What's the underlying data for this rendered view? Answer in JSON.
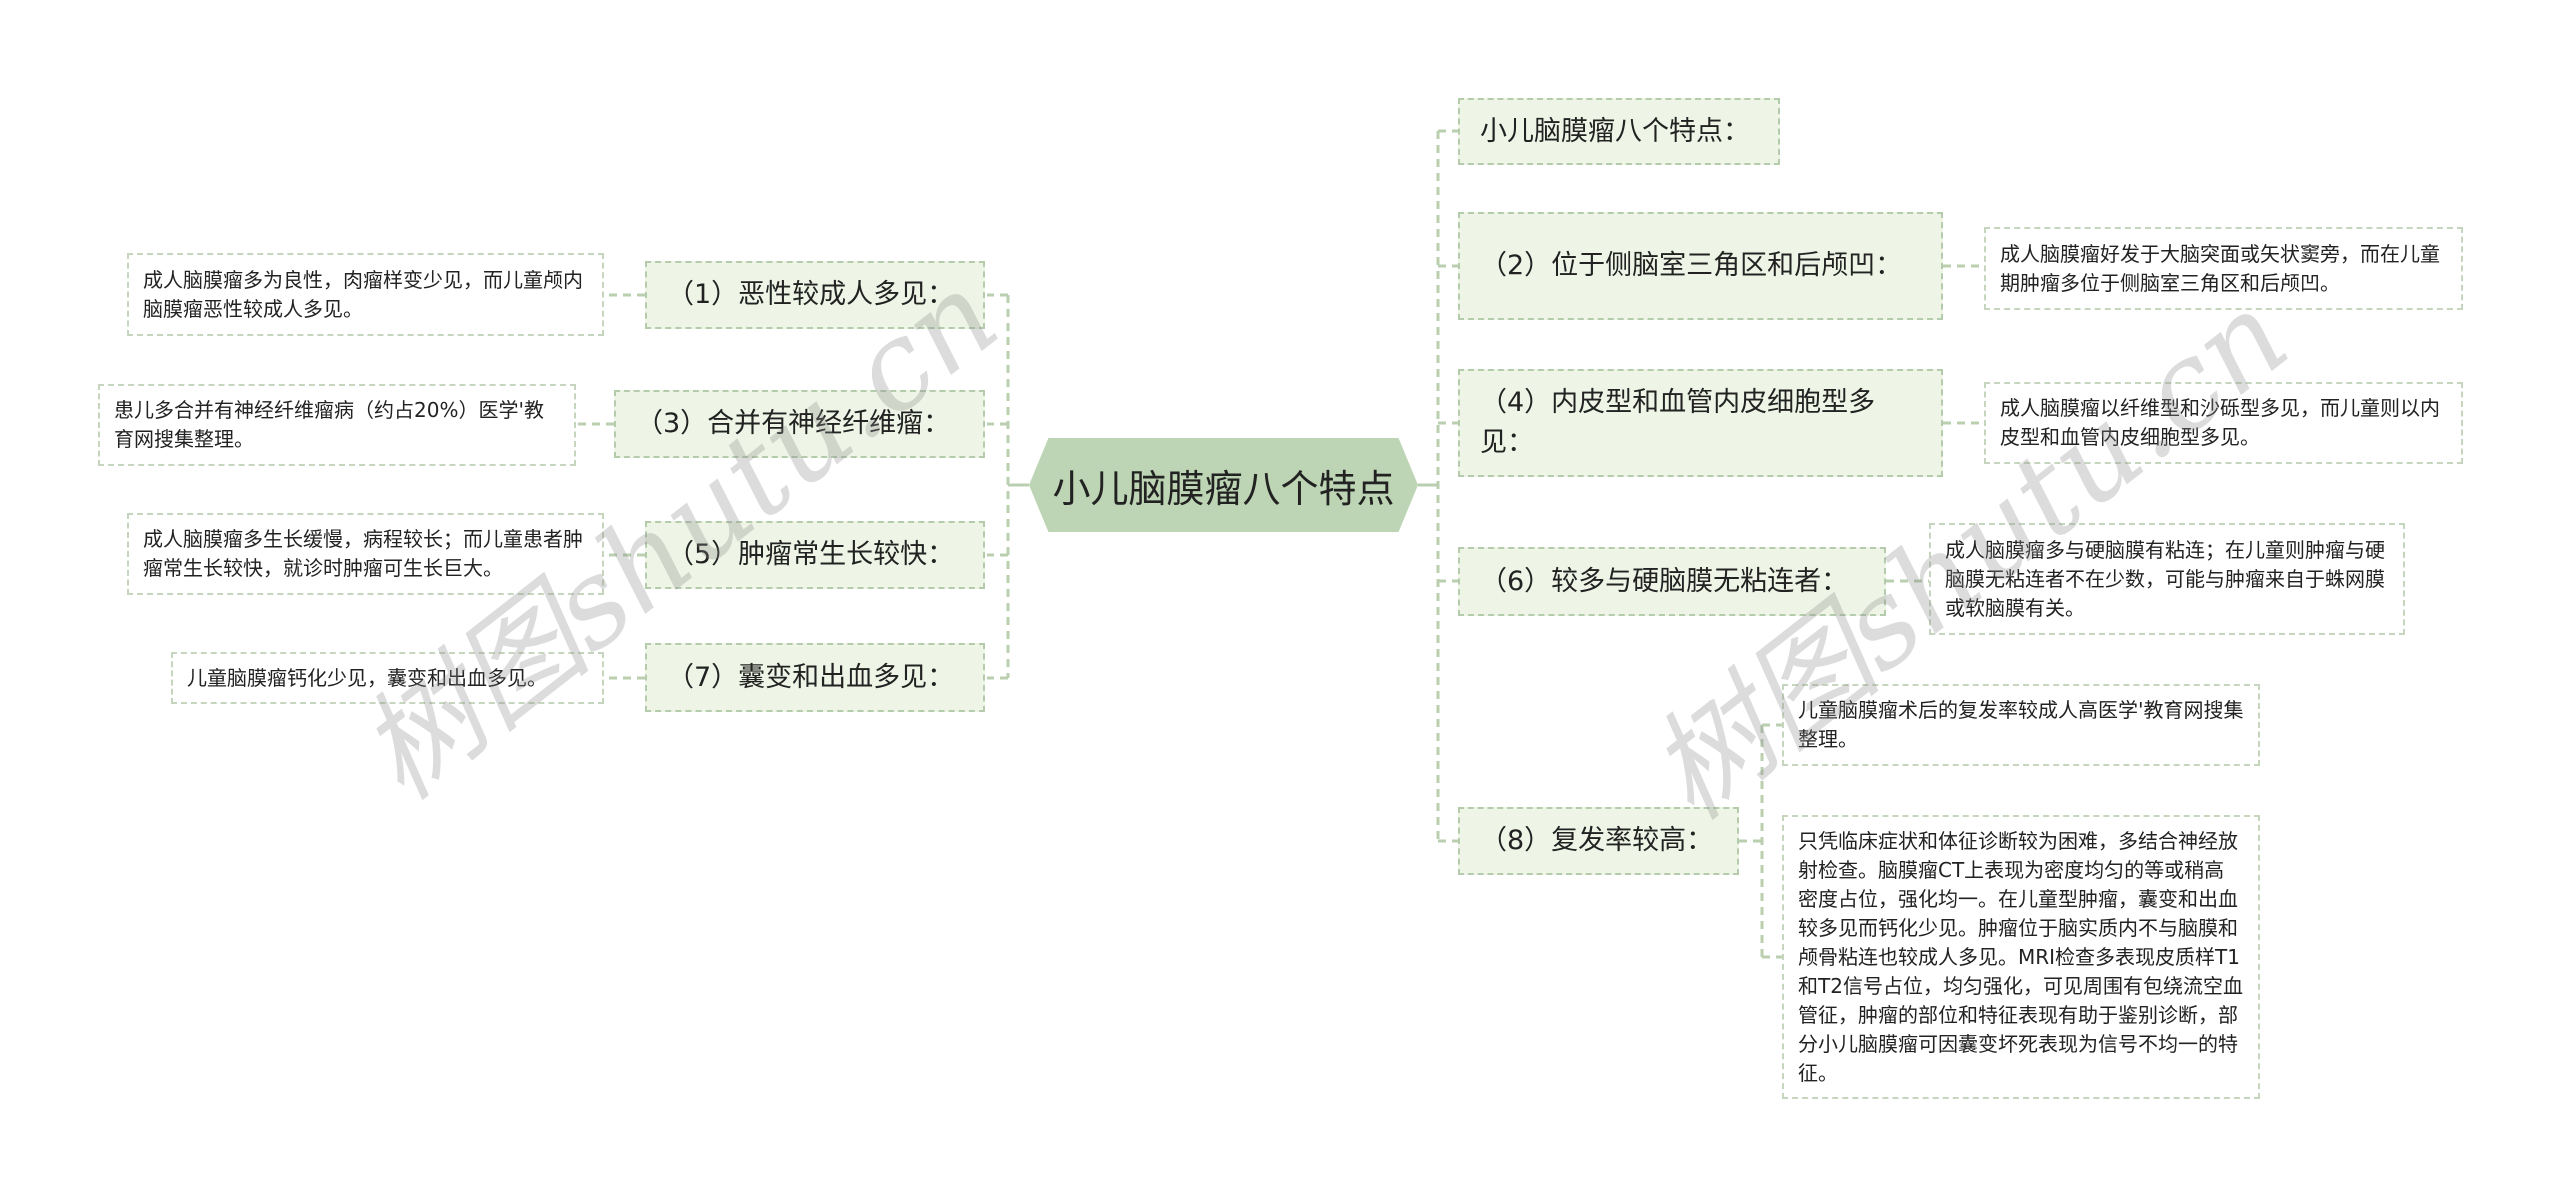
{
  "center": {
    "label": "小儿脑膜瘤八个特点"
  },
  "left": [
    {
      "topic": "（1）恶性较成人多见：",
      "detail": "成人脑膜瘤多为良性，肉瘤样变少见，而儿童颅内脑膜瘤恶性较成人多见。"
    },
    {
      "topic": "（3）合并有神经纤维瘤：",
      "detail": "患儿多合并有神经纤维瘤病（约占20%）医学'教育网搜集整理。"
    },
    {
      "topic": "（5）肿瘤常生长较快：",
      "detail": "成人脑膜瘤多生长缓慢，病程较长；而儿童患者肿瘤常生长较快，就诊时肿瘤可生长巨大。"
    },
    {
      "topic": "（7）囊变和出血多见：",
      "detail": "儿童脑膜瘤钙化少见，囊变和出血多见。"
    }
  ],
  "right": [
    {
      "topic": "小儿脑膜瘤八个特点："
    },
    {
      "topic": "（2）位于侧脑室三角区和后颅凹：",
      "detail": "成人脑膜瘤好发于大脑突面或矢状窦旁，而在儿童期肿瘤多位于侧脑室三角区和后颅凹。"
    },
    {
      "topic": "（4）内皮型和血管内皮细胞型多见：",
      "detail": "成人脑膜瘤以纤维型和沙砾型多见，而儿童则以内皮型和血管内皮细胞型多见。"
    },
    {
      "topic": "（6）较多与硬脑膜无粘连者：",
      "detail": "成人脑膜瘤多与硬脑膜有粘连；在儿童则肿瘤与硬脑膜无粘连者不在少数，可能与肿瘤来自于蛛网膜或软脑膜有关。"
    },
    {
      "topic": "（8）复发率较高：",
      "details": [
        "儿童脑膜瘤术后的复发率较成人高医学'教育网搜集整理。",
        "只凭临床症状和体征诊断较为困难，多结合神经放射检查。脑膜瘤CT上表现为密度均匀的等或稍高密度占位，强化均一。在儿童型肿瘤，囊变和出血较多见而钙化少见。肿瘤位于脑实质内不与脑膜和颅骨粘连也较成人多见。MRI检查多表现皮质样T1和T2信号占位，均匀强化，可见周围有包绕流空血管征，肿瘤的部位和特征表现有助于鉴别诊断，部分小儿脑膜瘤可因囊变坏死表现为信号不均一的特征。"
      ]
    }
  ],
  "watermarks": [
    "树图shutu.cn",
    "树图shutu.cn"
  ],
  "colors": {
    "center_fill": "#bdd5b4",
    "topic_fill": "#eef5e6",
    "border": "#b5ccac",
    "connector": "#b5ccac"
  }
}
